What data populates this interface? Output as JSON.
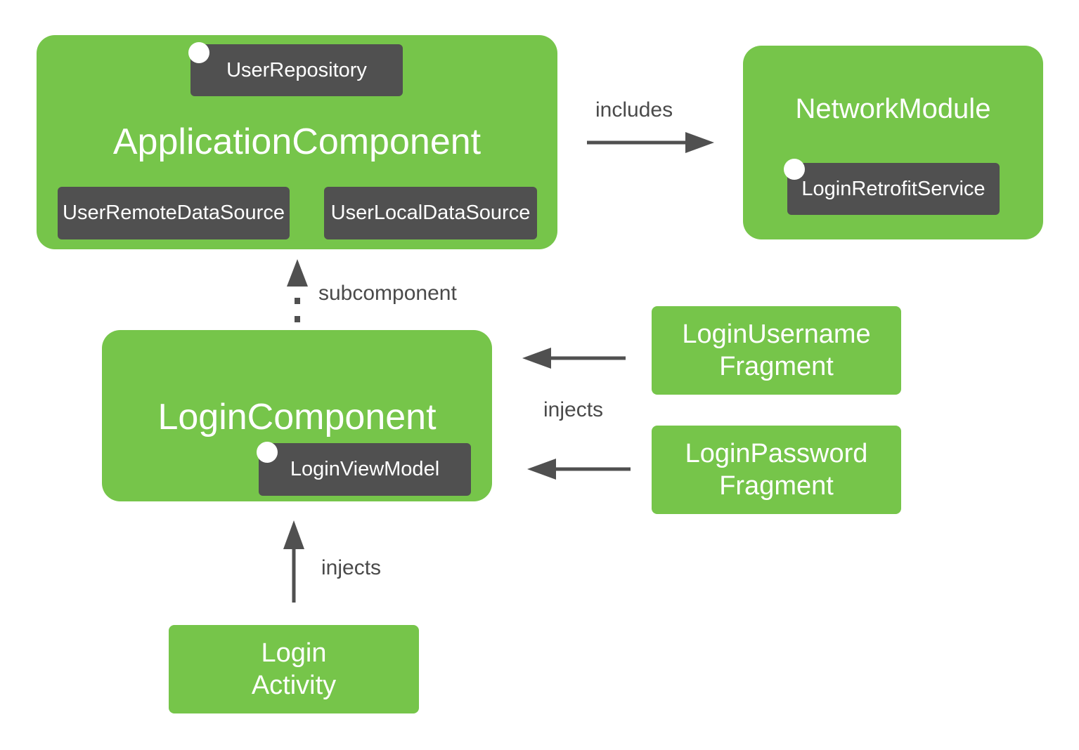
{
  "application_component": {
    "title": "ApplicationComponent",
    "user_repository": "UserRepository",
    "user_remote_data_source": "UserRemoteDataSource",
    "user_local_data_source": "UserLocalDataSource"
  },
  "network_module": {
    "title": "NetworkModule",
    "login_retrofit_service": "LoginRetrofitService"
  },
  "login_component": {
    "title": "LoginComponent",
    "login_view_model": "LoginViewModel"
  },
  "login_username_fragment": {
    "line1": "LoginUsername",
    "line2": "Fragment"
  },
  "login_password_fragment": {
    "line1": "LoginPassword",
    "line2": "Fragment"
  },
  "login_activity": {
    "line1": "Login",
    "line2": "Activity"
  },
  "edges": {
    "includes": "includes",
    "subcomponent": "subcomponent",
    "injects_fragments": "injects",
    "injects_activity": "injects"
  },
  "colors": {
    "box_green": "#76c54a",
    "pill_gray": "#505050",
    "arrow_gray": "#505050",
    "label_gray": "#4a4a4a"
  }
}
